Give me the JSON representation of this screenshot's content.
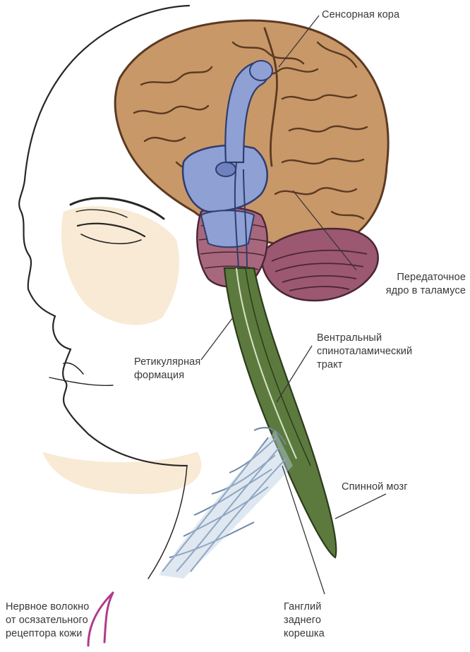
{
  "labels": {
    "sensory_cortex": "Сенсорная кора",
    "thalamus_relay": "Передаточное\nядро в таламусе",
    "ventral_tract": "Вентральный\nспиноталамический\nтракт",
    "reticular_formation": "Ретикулярная\nформация",
    "spinal_cord": "Спинной мозг",
    "nerve_fiber": "Нервное волокно\nот осязательного\nрецептора кожи",
    "dorsal_ganglion": "Ганглий\nзаднего\nкорешка"
  },
  "colors": {
    "brain": "#c99868",
    "cerebellum": "#9c5870",
    "brainstem": "#8ea0d4",
    "spinal_cord": "#5d7a3e",
    "nerves": "#b8cce0",
    "nerve_fiber": "#b03a8e",
    "skin": "#f3d8b0"
  },
  "icons": {
    "head_profile": "head-profile-icon",
    "brain": "brain-icon"
  }
}
